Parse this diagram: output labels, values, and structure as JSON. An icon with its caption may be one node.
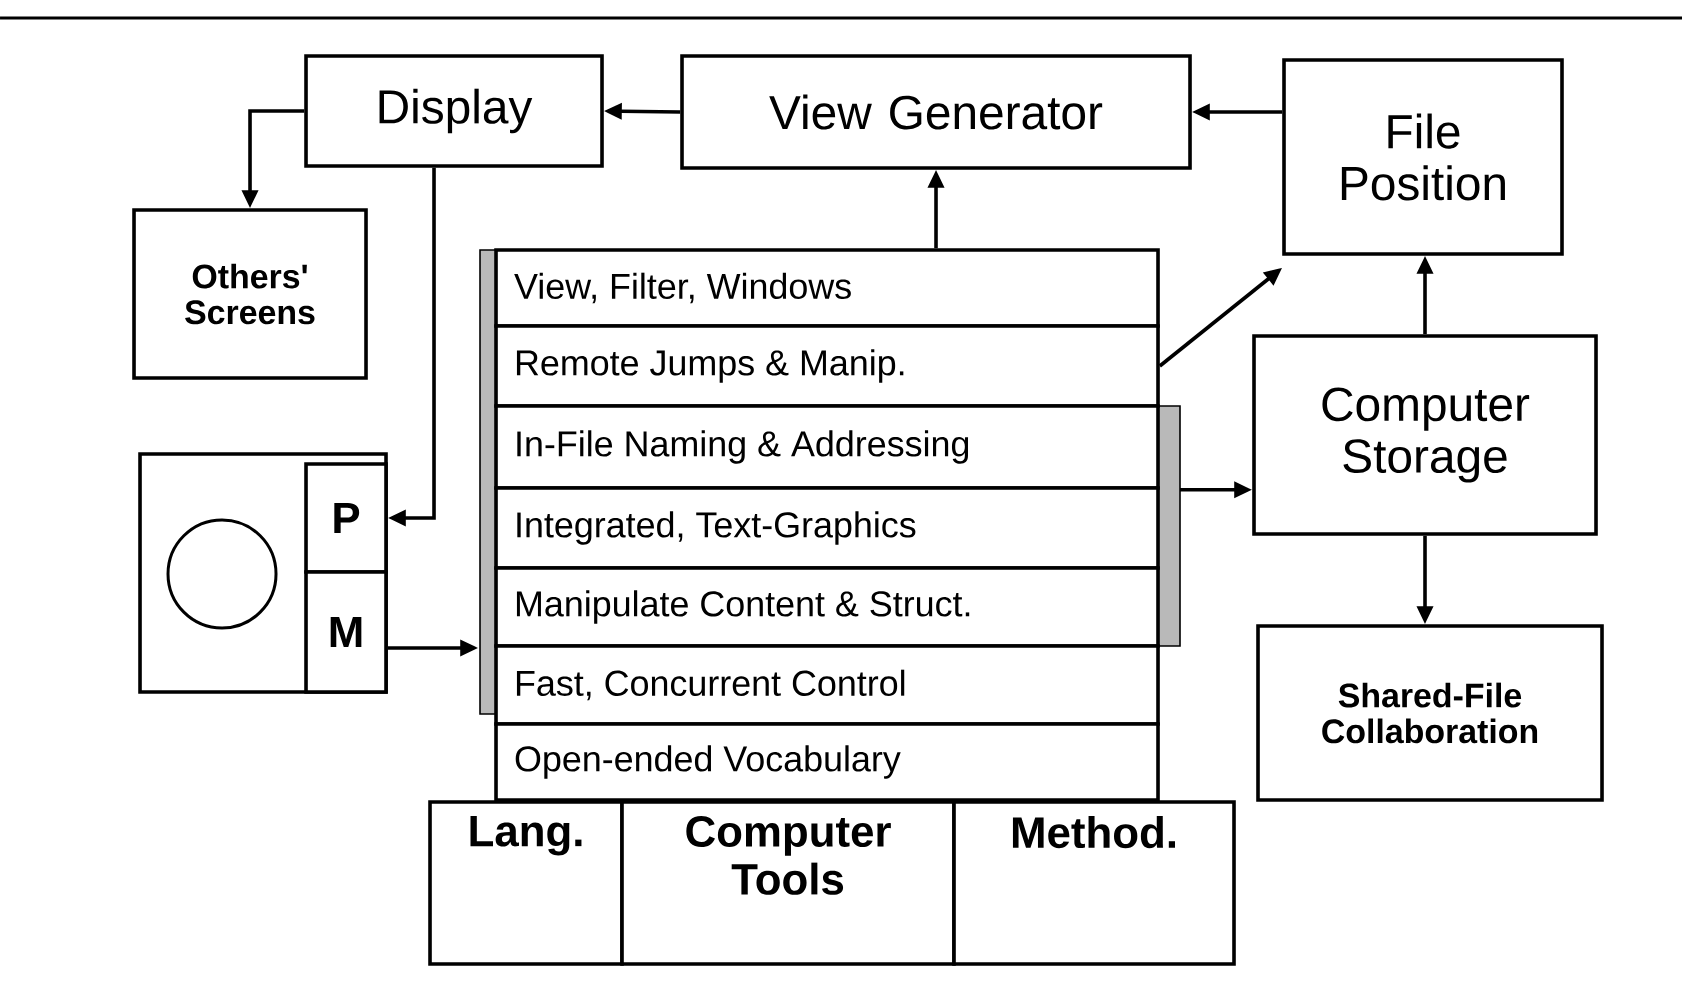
{
  "diagram": {
    "nodes": [
      {
        "text": [
          "Display"
        ]
      },
      {
        "text": [
          "View Generator"
        ]
      },
      {
        "text": [
          "File Position"
        ]
      },
      {
        "text": [
          "Others' Screens"
        ]
      },
      {
        "text": [],
        "shape": "box"
      },
      {
        "text": [
          "P"
        ],
        "in": 4
      },
      {
        "text": [
          "M"
        ],
        "in": 4
      },
      {
        "text": [
          "View, Filter, Windows"
        ]
      },
      {
        "text": [
          "Remote Jumps & Manip."
        ]
      },
      {
        "text": [
          "In-File Naming & Addressing"
        ]
      },
      {
        "text": [
          "Integrated, Text-Graphics"
        ]
      },
      {
        "text": [
          "Manipulate Content & Struct."
        ]
      },
      {
        "text": [
          "Fast, Concurrent Control"
        ]
      },
      {
        "text": [
          "Open-ended Vocabulary"
        ]
      },
      {
        "text": [
          "Computer Storage"
        ]
      },
      {
        "text": [
          "Shared-File Collaboration"
        ]
      },
      {
        "text": [
          "Lang."
        ]
      },
      {
        "text": [
          "Computer Tools"
        ]
      },
      {
        "text": [
          "Method."
        ]
      }
    ],
    "edges": [
      {
        "from": 1,
        "to": 0,
        "arrow": "to"
      },
      {
        "from": 2,
        "to": 1,
        "arrow": "to"
      },
      {
        "from": 0,
        "to": 3,
        "arrow": "to"
      },
      {
        "from": 0,
        "to": 5,
        "arrow": "to"
      },
      {
        "from": 6,
        "to": 11,
        "arrow": "to"
      },
      {
        "from": 7,
        "to": 1,
        "arrow": "to"
      },
      {
        "from": 8,
        "to": 2,
        "arrow": "to"
      },
      {
        "from": 9,
        "to": 14,
        "arrow": "to"
      },
      {
        "from": 14,
        "to": 2,
        "arrow": "to"
      },
      {
        "from": 14,
        "to": 15,
        "arrow": "to"
      }
    ]
  }
}
